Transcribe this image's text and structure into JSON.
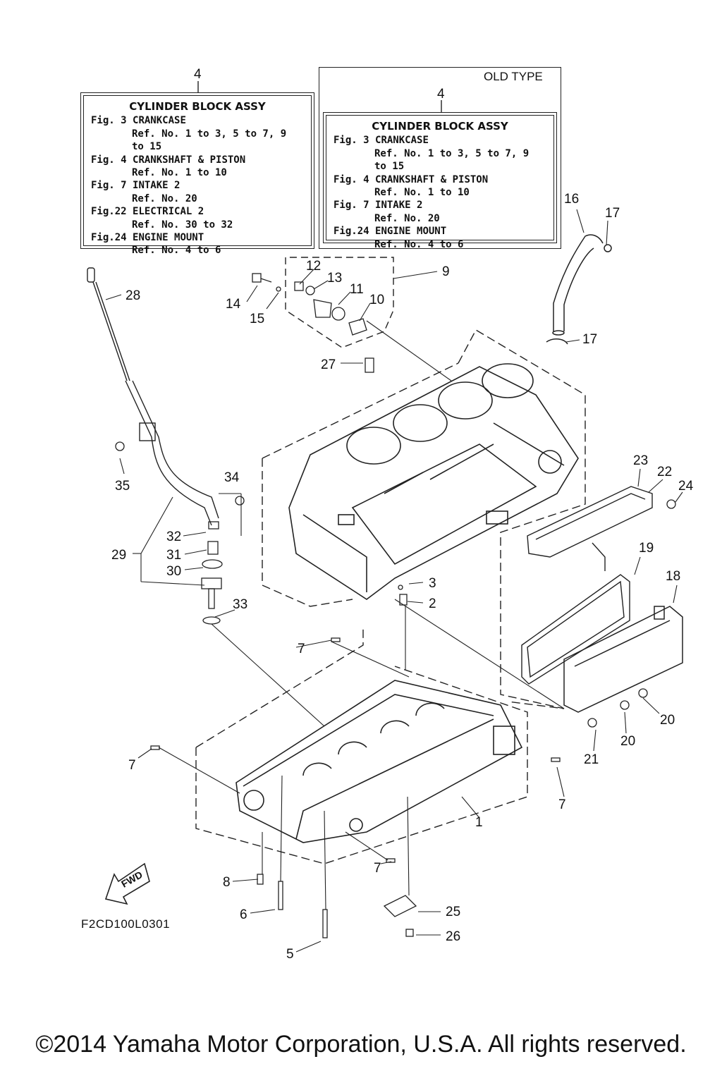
{
  "legend_box_current": {
    "callout": "4",
    "title": "CYLINDER BLOCK ASSY",
    "entries": [
      {
        "fig": "Fig.  3",
        "name": "CRANKCASE",
        "ref": "Ref. No. 1 to 3, 5 to 7, 9 to 15"
      },
      {
        "fig": "Fig.  4",
        "name": "CRANKSHAFT & PISTON",
        "ref": "Ref. No. 1 to 10"
      },
      {
        "fig": "Fig.  7",
        "name": "INTAKE 2",
        "ref": "Ref. No. 20"
      },
      {
        "fig": "Fig.22",
        "name": "ELECTRICAL 2",
        "ref": "Ref. No. 30 to 32"
      },
      {
        "fig": "Fig.24",
        "name": "ENGINE MOUNT",
        "ref": "Ref. No. 4 to 6"
      }
    ]
  },
  "legend_box_old": {
    "header": "OLD TYPE",
    "callout": "4",
    "title": "CYLINDER BLOCK ASSY",
    "entries": [
      {
        "fig": "Fig.  3",
        "name": "CRANKCASE",
        "ref": "Ref. No. 1 to 3, 5 to 7, 9 to 15"
      },
      {
        "fig": "Fig.  4",
        "name": "CRANKSHAFT & PISTON",
        "ref": "Ref. No. 1 to 10"
      },
      {
        "fig": "Fig.  7",
        "name": "INTAKE 2",
        "ref": "Ref. No. 20"
      },
      {
        "fig": "Fig.24",
        "name": "ENGINE MOUNT",
        "ref": "Ref. No. 4 to 6"
      }
    ]
  },
  "part_labels": {
    "p1": "1",
    "p2": "2",
    "p3": "3",
    "p5": "5",
    "p6": "6",
    "p7a": "7",
    "p7b": "7",
    "p7c": "7",
    "p7d": "7",
    "p8": "8",
    "p9": "9",
    "p10": "10",
    "p11": "11",
    "p12": "12",
    "p13": "13",
    "p14": "14",
    "p15": "15",
    "p16": "16",
    "p17a": "17",
    "p17b": "17",
    "p18": "18",
    "p19": "19",
    "p20a": "20",
    "p20b": "20",
    "p21": "21",
    "p22": "22",
    "p23": "23",
    "p24": "24",
    "p25": "25",
    "p26": "26",
    "p27": "27",
    "p28": "28",
    "p29": "29",
    "p30": "30",
    "p31": "31",
    "p32": "32",
    "p33": "33",
    "p34": "34",
    "p35": "35"
  },
  "fwd_marker": "FWD",
  "figure_code": "F2CD100L0301",
  "copyright": "©2014 Yamaha Motor Corporation, U.S.A. All rights reserved."
}
